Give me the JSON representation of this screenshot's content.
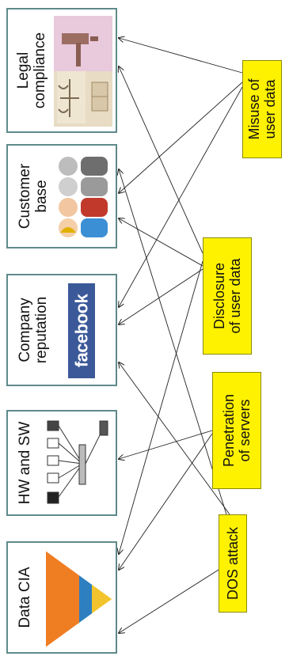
{
  "assets": [
    {
      "label": "Legal\ncompliance"
    },
    {
      "label": "Customer\nbase"
    },
    {
      "label": "Company\nreputation",
      "logo_text": "facebook"
    },
    {
      "label": "HW and SW"
    },
    {
      "label": "Data CIA"
    }
  ],
  "threats": [
    {
      "label": "Misuse of\nuser data"
    },
    {
      "label": "Disclosure\nof user data"
    },
    {
      "label": "Penetration\nof servers"
    },
    {
      "label": "DOS attack"
    }
  ],
  "colors": {
    "asset_border": "#5f8a8a",
    "threat_fill": "#fff200",
    "arrow": "#222222",
    "facebook": "#3b5998"
  }
}
